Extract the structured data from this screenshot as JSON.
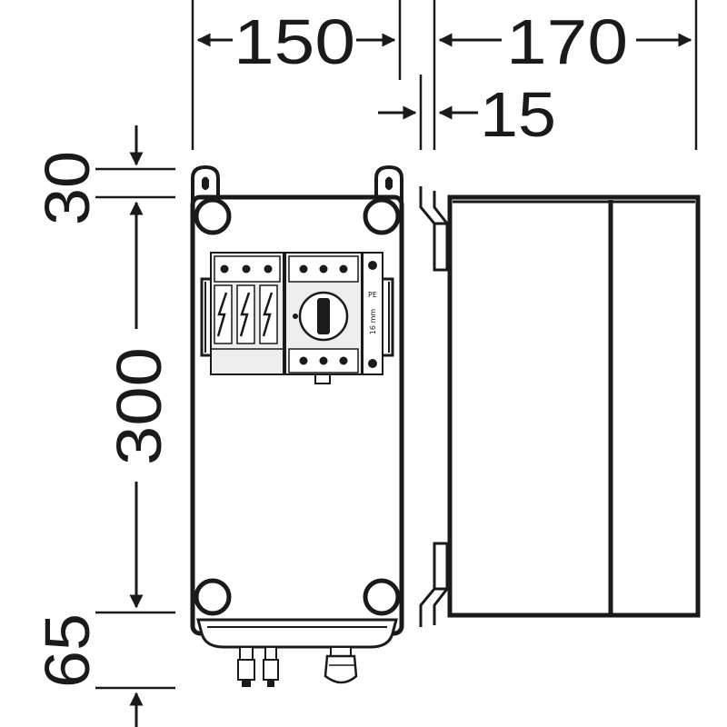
{
  "dimensions": {
    "width": "150",
    "depth": "170",
    "offset": "15",
    "top": "30",
    "height": "300",
    "bottom": "65"
  },
  "labels": {
    "pe": "PE",
    "rail": "16 mm"
  },
  "colors": {
    "accent": "#e8341c",
    "line": "#1a1a1a",
    "panel": "#eeeeee"
  }
}
